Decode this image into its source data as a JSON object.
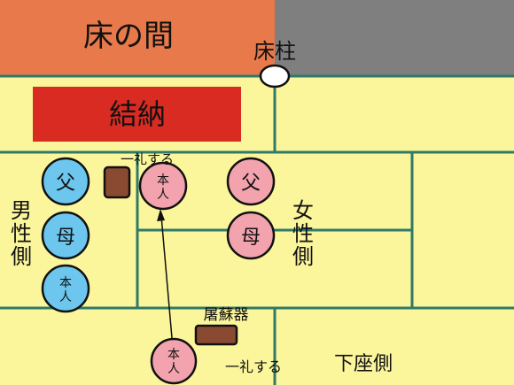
{
  "header": {
    "tokonoma": "床の間",
    "tokobashira": "床柱"
  },
  "yuino": {
    "label": "結納"
  },
  "male_side": {
    "label_chars": [
      "男",
      "性",
      "側"
    ],
    "father": "父",
    "mother": "母",
    "self_lines": [
      "本",
      "人"
    ]
  },
  "female_side": {
    "label_chars": [
      "女",
      "性",
      "側"
    ],
    "father": "父",
    "mother": "母",
    "self_lines": [
      "本",
      "人"
    ]
  },
  "bow_top": "一礼する",
  "bow_bottom": "一礼する",
  "toso_label": "屠蘇器",
  "lower_seat": "下座側",
  "bottom_person_lines": [
    "本",
    "人"
  ],
  "colors": {
    "tokonoma": "#e8794a",
    "tokobashira_area": "#7f7f7f",
    "tatami": "#fbf59b",
    "tatami_edge": "#2f7a68",
    "yuino": "#d92b22",
    "male": "#6cc6ee",
    "female": "#f2a3ae",
    "tray": "#8a4a32"
  }
}
